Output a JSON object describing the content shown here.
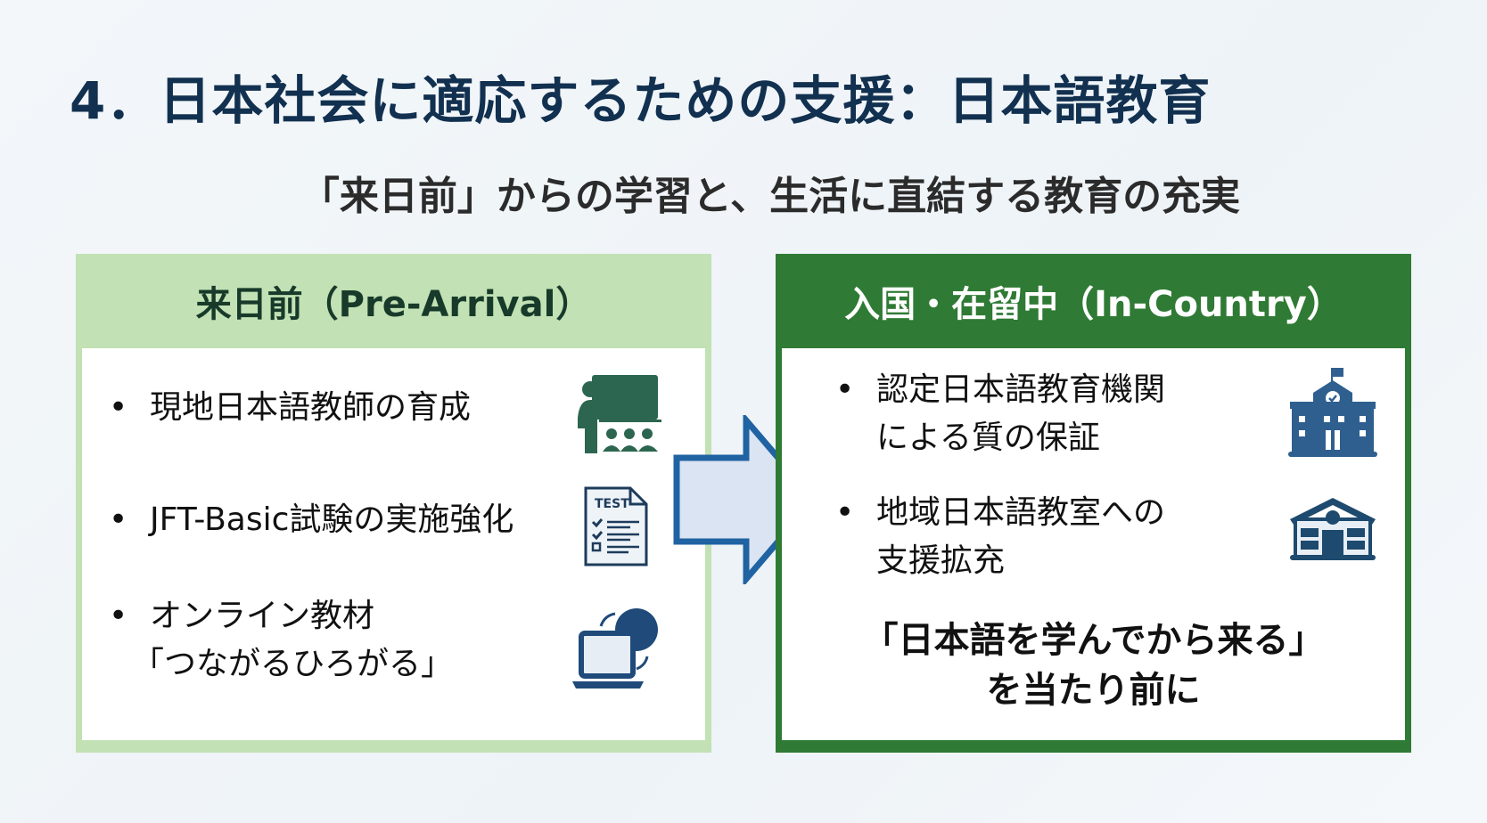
{
  "title": "4．日本社会に適応するための支援：日本語教育",
  "subtitle": "「来日前」からの学習と、生活に直結する教育の充実",
  "left_panel": {
    "heading": "来日前（Pre-Arrival）",
    "items": [
      {
        "lines": [
          "現地日本語教師の育成"
        ],
        "icon": "classroom-teacher-icon"
      },
      {
        "lines": [
          "JFT-Basic試験の実施強化"
        ],
        "icon": "test-document-icon",
        "icon_text": "TEST"
      },
      {
        "lines": [
          "オンライン教材",
          "「つながるひろがる」"
        ],
        "icon": "laptop-globe-icon"
      }
    ]
  },
  "right_panel": {
    "heading": "入国・在留中（In-Country）",
    "items": [
      {
        "lines": [
          "認定日本語教育機関",
          "による質の保証"
        ],
        "icon": "certified-school-icon"
      },
      {
        "lines": [
          "地域日本語教室への",
          "支援拡充"
        ],
        "icon": "community-school-icon"
      }
    ],
    "callout": [
      "「日本語を学んでから来る」",
      "を当たり前に"
    ]
  },
  "bullet": "•",
  "colors": {
    "title": "#12304f",
    "light_green": "#c2e1b4",
    "dark_green": "#2f7a34",
    "icon_blue": "#2f5f8f",
    "arrow_fill": "#dbe4f2",
    "arrow_stroke": "#1f63a3"
  }
}
